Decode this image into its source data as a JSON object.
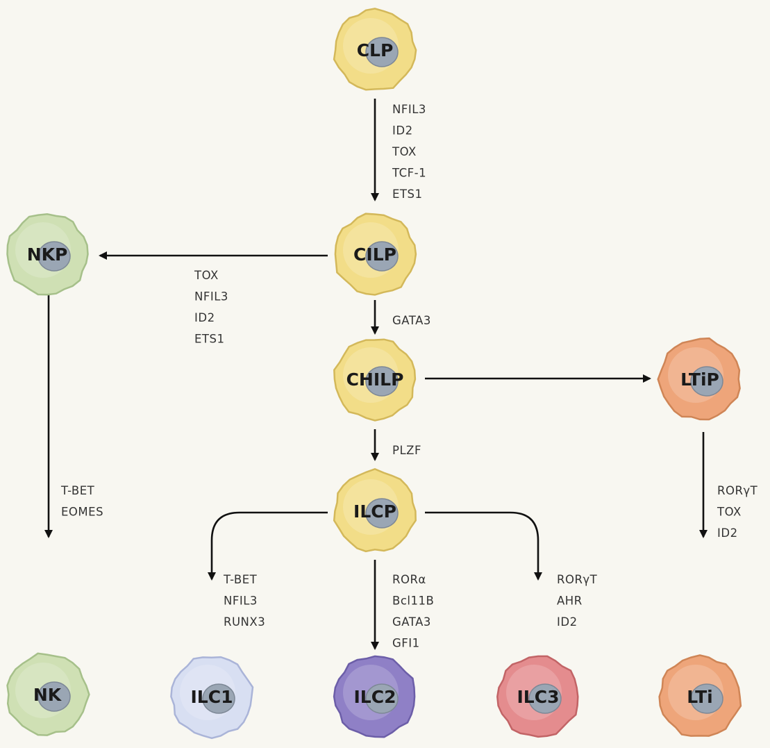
{
  "colors": {
    "progenitor": "#f2dd88",
    "progenitor_edge": "#d3b85a",
    "nk": "#cfe0b4",
    "nk_edge": "#a6c08a",
    "lti": "#eea57a",
    "lti_edge": "#cf8556",
    "ilc1": "#d8dff2",
    "ilc1_edge": "#aab4d8",
    "ilc2": "#8f80c6",
    "ilc2_edge": "#6c5ea8",
    "ilc3": "#e48c8e",
    "ilc3_edge": "#c26466",
    "nucleus": "#9aa6b4",
    "arrow": "#111111"
  },
  "cells": {
    "clp": "CLP",
    "cilp": "CILP",
    "nkp": "NKP",
    "chilp": "CHILP",
    "ltip": "LTiP",
    "ilcp": "ILCP",
    "nk": "NK",
    "ilc1": "ILC1",
    "ilc2": "ILC2",
    "ilc3": "ILC3",
    "lti": "LTi"
  },
  "factors": {
    "clp_to_cilp": [
      "NFIL3",
      "ID2",
      "TOX",
      "TCF-1",
      "ETS1"
    ],
    "cilp_to_nkp": [
      "TOX",
      "NFIL3",
      "ID2",
      "ETS1"
    ],
    "cilp_to_chilp": [
      "GATA3"
    ],
    "chilp_to_ilcp": [
      "PLZF"
    ],
    "nkp_to_nk": [
      "T-BET",
      "EOMES"
    ],
    "ltip_to_lti": [
      "RORγT",
      "TOX",
      "ID2"
    ],
    "ilcp_to_ilc1": [
      "T-BET",
      "NFIL3",
      "RUNX3"
    ],
    "ilcp_to_ilc2": [
      "RORα",
      "Bcl11B",
      "GATA3",
      "GFI1"
    ],
    "ilcp_to_ilc3": [
      "RORγT",
      "AHR",
      "ID2"
    ]
  }
}
